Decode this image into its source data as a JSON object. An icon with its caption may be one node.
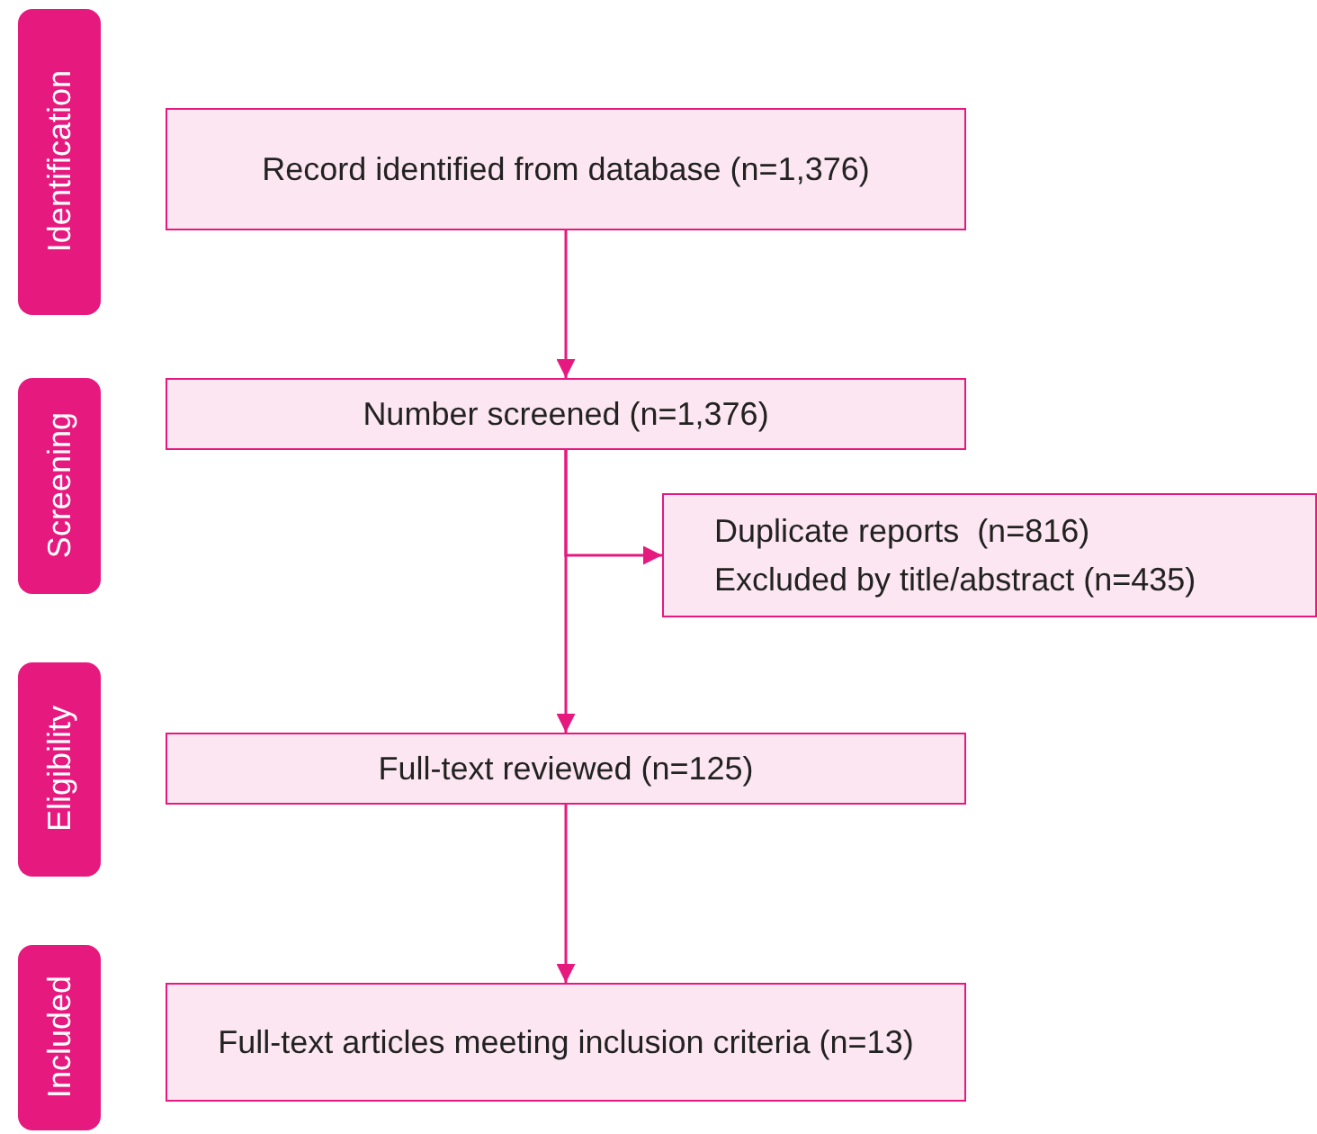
{
  "diagram": {
    "nodes": [
      {
        "text": [
          "Identification"
        ]
      },
      {
        "text": [
          "Record identified from database (n=1,376)"
        ]
      },
      {
        "text": [
          "Screening"
        ]
      },
      {
        "text": [
          "Number screened (n=1,376)"
        ]
      },
      {
        "text": [
          "Duplicate reports  (n=816)",
          "Excluded by title/abstract (n=435)"
        ]
      },
      {
        "text": [
          "Eligibility"
        ]
      },
      {
        "text": [
          "Full-text reviewed (n=125)"
        ]
      },
      {
        "text": [
          "Included"
        ]
      },
      {
        "text": [
          "Full-text articles meeting inclusion criteria (n=13)"
        ]
      }
    ],
    "edges": [
      {
        "from": 1,
        "to": 3,
        "arrow": "to"
      },
      {
        "from": 3,
        "to": 4,
        "arrow": "to"
      },
      {
        "from": 3,
        "to": 6,
        "arrow": "to"
      },
      {
        "from": 6,
        "to": 8,
        "arrow": "to"
      }
    ]
  }
}
